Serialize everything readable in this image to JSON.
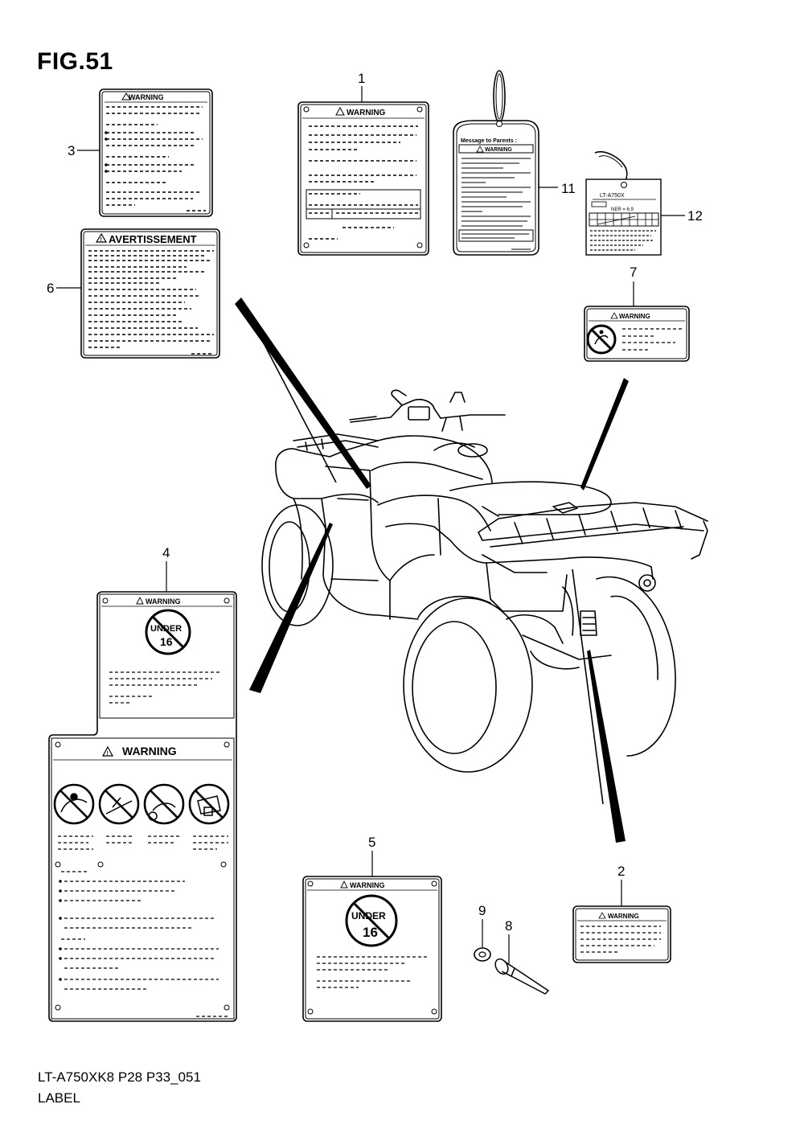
{
  "figure": {
    "title": "FIG.51",
    "model_code": "LT-A750XK8 P28 P33_051",
    "caption": "LABEL"
  },
  "callouts": [
    "1",
    "2",
    "3",
    "4",
    "5",
    "6",
    "7",
    "8",
    "9",
    "11",
    "12"
  ],
  "labels": {
    "warning": "WARNING",
    "avertissement": "AVERTISSEMENT",
    "message_to_parents": "Message to Parents :",
    "under": "UNDER",
    "age": "16",
    "model_tag": "LT-A750X",
    "ner": "NER = 6.9"
  }
}
